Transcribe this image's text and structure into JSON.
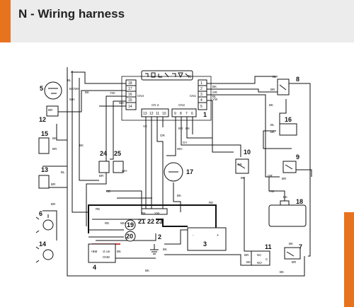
{
  "header": {
    "title": "N - Wiring harness",
    "accent_color": "#e8731f"
  },
  "diagram": {
    "connectors": {
      "cn1": {
        "label": "CN1",
        "number": "1",
        "pins": [
          "1",
          "2",
          "3",
          "4",
          "5"
        ]
      },
      "cn2": {
        "label": "CN2",
        "pins": [
          "9",
          "8",
          "7",
          "6"
        ]
      },
      "cn3": {
        "label": "CN 3",
        "pins": [
          "13",
          "12",
          "11",
          "10"
        ]
      },
      "cn4": {
        "label": "CN4",
        "pins": [
          "18",
          "17",
          "16",
          "15",
          "14"
        ]
      }
    },
    "component_numbers": [
      "1",
      "2",
      "3",
      "4",
      "5",
      "6",
      "7",
      "8",
      "9",
      "10",
      "11",
      "12",
      "13",
      "14",
      "15",
      "16",
      "17",
      "18",
      "19",
      "20",
      "21",
      "22",
      "23",
      "24",
      "25"
    ],
    "wire_colors": {
      "bl": "BL",
      "bk": "BK",
      "wh": "WH",
      "bkwh": "BK/WH",
      "yw": "YW",
      "or": "OR",
      "gy": "GY",
      "re": "RE",
      "br": "BR",
      "ve": "VE",
      "bm": "+BM",
      "clue": "cl.Ue",
      "gnd": "GND",
      "nc": "NC",
      "no": "NO",
      "c": "C",
      "plus": "+",
      "minus": "-"
    },
    "battery_polarity": {
      "minus": "-",
      "plus": "+"
    }
  }
}
